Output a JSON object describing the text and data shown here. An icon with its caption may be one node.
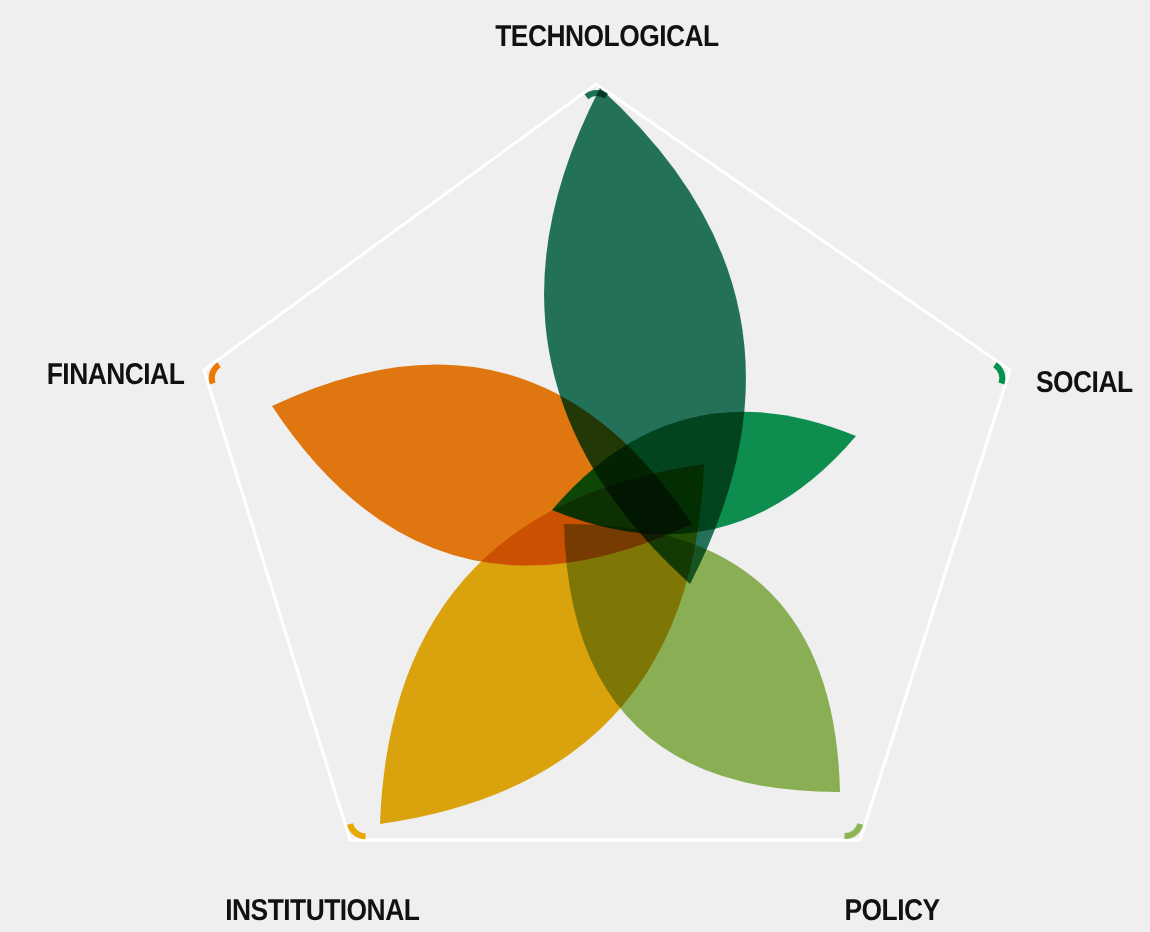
{
  "diagram": {
    "labels": [
      "TECHNOLOGICAL",
      "FINANCIAL",
      "SOCIAL",
      "INSTITUTIONAL",
      "POLICY"
    ]
  }
}
